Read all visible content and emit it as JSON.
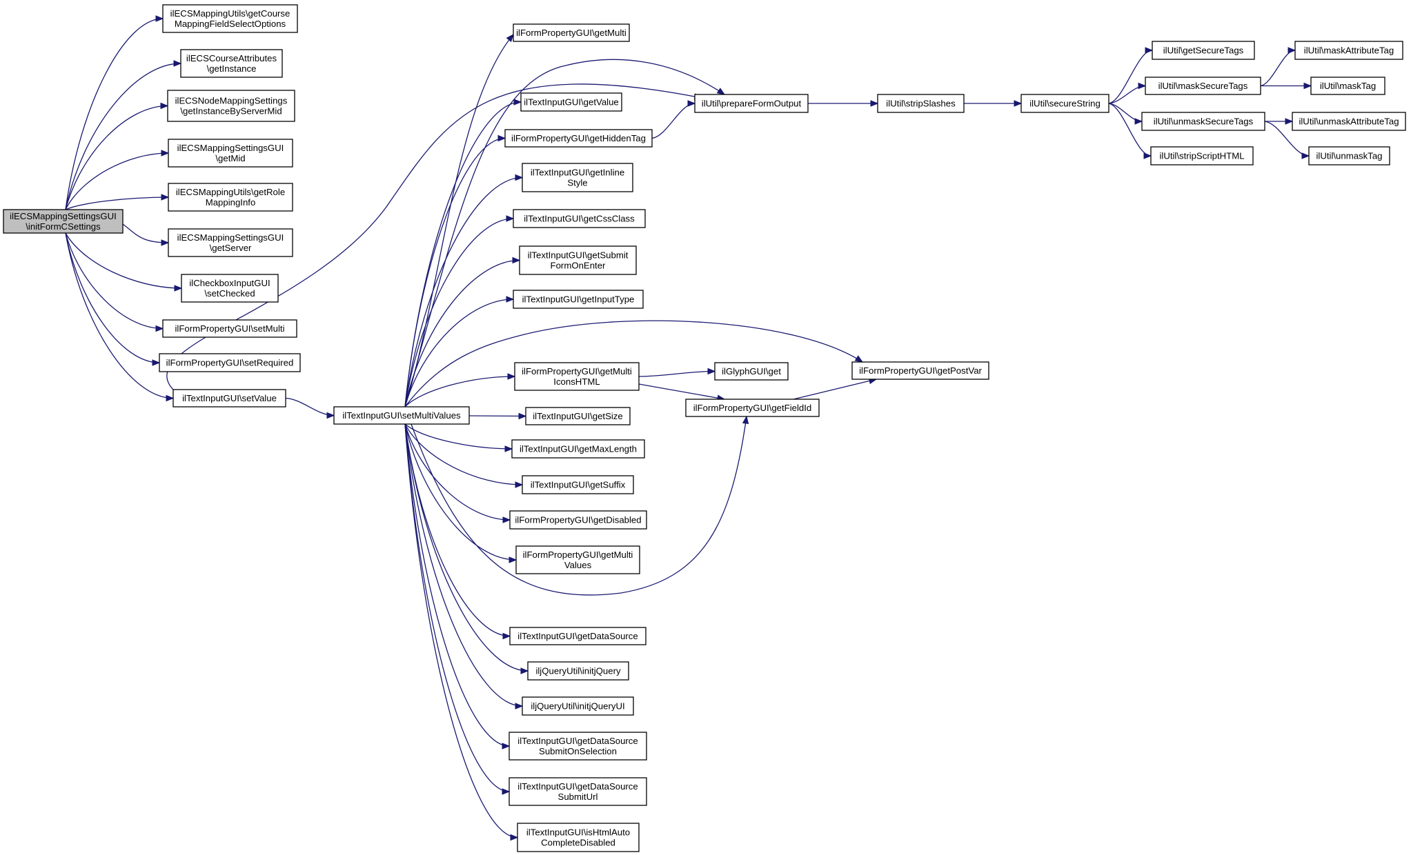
{
  "graph": {
    "nodes": [
      {
        "id": "root",
        "lines": [
          "ilECSMappingSettingsGUI",
          "\\initFormCSettings"
        ]
      },
      {
        "id": "a1",
        "lines": [
          "ilECSMappingUtils\\getCourse",
          "MappingFieldSelectOptions"
        ]
      },
      {
        "id": "a2",
        "lines": [
          "ilECSCourseAttributes",
          "\\getInstance"
        ]
      },
      {
        "id": "a3",
        "lines": [
          "ilECSNodeMappingSettings",
          "\\getInstanceByServerMid"
        ]
      },
      {
        "id": "a4",
        "lines": [
          "ilECSMappingSettingsGUI",
          "\\getMid"
        ]
      },
      {
        "id": "a5",
        "lines": [
          "ilECSMappingUtils\\getRole",
          "MappingInfo"
        ]
      },
      {
        "id": "a6",
        "lines": [
          "ilECSMappingSettingsGUI",
          "\\getServer"
        ]
      },
      {
        "id": "a7",
        "lines": [
          "ilCheckboxInputGUI",
          "\\setChecked"
        ]
      },
      {
        "id": "a8",
        "lines": [
          "ilFormPropertyGUI\\setMulti"
        ]
      },
      {
        "id": "a9",
        "lines": [
          "ilFormPropertyGUI\\setRequired"
        ]
      },
      {
        "id": "a10",
        "lines": [
          "ilTextInputGUI\\setValue"
        ]
      },
      {
        "id": "b1",
        "lines": [
          "ilTextInputGUI\\setMultiValues"
        ]
      },
      {
        "id": "c1",
        "lines": [
          "ilFormPropertyGUI\\getMulti"
        ]
      },
      {
        "id": "c2",
        "lines": [
          "ilTextInputGUI\\getValue"
        ]
      },
      {
        "id": "c3",
        "lines": [
          "ilFormPropertyGUI\\getHiddenTag"
        ]
      },
      {
        "id": "c4",
        "lines": [
          "ilTextInputGUI\\getInline",
          "Style"
        ]
      },
      {
        "id": "c5",
        "lines": [
          "ilTextInputGUI\\getCssClass"
        ]
      },
      {
        "id": "c6",
        "lines": [
          "ilTextInputGUI\\getSubmit",
          "FormOnEnter"
        ]
      },
      {
        "id": "c7",
        "lines": [
          "ilTextInputGUI\\getInputType"
        ]
      },
      {
        "id": "c8",
        "lines": [
          "ilFormPropertyGUI\\getMulti",
          "IconsHTML"
        ]
      },
      {
        "id": "c9",
        "lines": [
          "ilTextInputGUI\\getSize"
        ]
      },
      {
        "id": "c10",
        "lines": [
          "ilTextInputGUI\\getMaxLength"
        ]
      },
      {
        "id": "c11",
        "lines": [
          "ilTextInputGUI\\getSuffix"
        ]
      },
      {
        "id": "c12",
        "lines": [
          "ilFormPropertyGUI\\getDisabled"
        ]
      },
      {
        "id": "c13",
        "lines": [
          "ilFormPropertyGUI\\getMulti",
          "Values"
        ]
      },
      {
        "id": "c14",
        "lines": [
          "ilTextInputGUI\\getDataSource"
        ]
      },
      {
        "id": "c15",
        "lines": [
          "iljQueryUtil\\initjQuery"
        ]
      },
      {
        "id": "c16",
        "lines": [
          "iljQueryUtil\\initjQueryUI"
        ]
      },
      {
        "id": "c17",
        "lines": [
          "ilTextInputGUI\\getDataSource",
          "SubmitOnSelection"
        ]
      },
      {
        "id": "c18",
        "lines": [
          "ilTextInputGUI\\getDataSource",
          "SubmitUrl"
        ]
      },
      {
        "id": "c19",
        "lines": [
          "ilTextInputGUI\\isHtmlAuto",
          "CompleteDisabled"
        ]
      },
      {
        "id": "d1",
        "lines": [
          "ilUtil\\prepareFormOutput"
        ]
      },
      {
        "id": "d2",
        "lines": [
          "ilGlyphGUI\\get"
        ]
      },
      {
        "id": "d3",
        "lines": [
          "ilFormPropertyGUI\\getFieldId"
        ]
      },
      {
        "id": "e1",
        "lines": [
          "ilUtil\\stripSlashes"
        ]
      },
      {
        "id": "e2",
        "lines": [
          "ilFormPropertyGUI\\getPostVar"
        ]
      },
      {
        "id": "f1",
        "lines": [
          "ilUtil\\secureString"
        ]
      },
      {
        "id": "g1",
        "lines": [
          "ilUtil\\getSecureTags"
        ]
      },
      {
        "id": "g2",
        "lines": [
          "ilUtil\\maskSecureTags"
        ]
      },
      {
        "id": "g3",
        "lines": [
          "ilUtil\\unmaskSecureTags"
        ]
      },
      {
        "id": "g4",
        "lines": [
          "ilUtil\\stripScriptHTML"
        ]
      },
      {
        "id": "h1",
        "lines": [
          "ilUtil\\maskAttributeTag"
        ]
      },
      {
        "id": "h2",
        "lines": [
          "ilUtil\\maskTag"
        ]
      },
      {
        "id": "h3",
        "lines": [
          "ilUtil\\unmaskAttributeTag"
        ]
      },
      {
        "id": "h4",
        "lines": [
          "ilUtil\\unmaskTag"
        ]
      }
    ],
    "edges": [
      [
        "root",
        "a1"
      ],
      [
        "root",
        "a2"
      ],
      [
        "root",
        "a3"
      ],
      [
        "root",
        "a4"
      ],
      [
        "root",
        "a5"
      ],
      [
        "root",
        "a6"
      ],
      [
        "root",
        "a7"
      ],
      [
        "root",
        "a8"
      ],
      [
        "root",
        "a9"
      ],
      [
        "root",
        "a10"
      ],
      [
        "a10",
        "d1"
      ],
      [
        "a10",
        "b1"
      ],
      [
        "b1",
        "c1"
      ],
      [
        "b1",
        "d1"
      ],
      [
        "b1",
        "c2"
      ],
      [
        "b1",
        "c3"
      ],
      [
        "b1",
        "c4"
      ],
      [
        "b1",
        "c5"
      ],
      [
        "b1",
        "c6"
      ],
      [
        "b1",
        "c7"
      ],
      [
        "b1",
        "e2"
      ],
      [
        "b1",
        "c8"
      ],
      [
        "b1",
        "c9"
      ],
      [
        "b1",
        "c10"
      ],
      [
        "b1",
        "c11"
      ],
      [
        "b1",
        "c12"
      ],
      [
        "b1",
        "c13"
      ],
      [
        "b1",
        "d3"
      ],
      [
        "b1",
        "c14"
      ],
      [
        "b1",
        "c15"
      ],
      [
        "b1",
        "c16"
      ],
      [
        "b1",
        "c17"
      ],
      [
        "b1",
        "c18"
      ],
      [
        "b1",
        "c19"
      ],
      [
        "c3",
        "d1"
      ],
      [
        "c8",
        "d2"
      ],
      [
        "c8",
        "d3"
      ],
      [
        "d3",
        "e2"
      ],
      [
        "d1",
        "e1"
      ],
      [
        "e1",
        "f1"
      ],
      [
        "f1",
        "g1"
      ],
      [
        "f1",
        "g2"
      ],
      [
        "f1",
        "g3"
      ],
      [
        "f1",
        "g4"
      ],
      [
        "g2",
        "h1"
      ],
      [
        "g2",
        "h2"
      ],
      [
        "g3",
        "h3"
      ],
      [
        "g3",
        "h4"
      ]
    ]
  }
}
